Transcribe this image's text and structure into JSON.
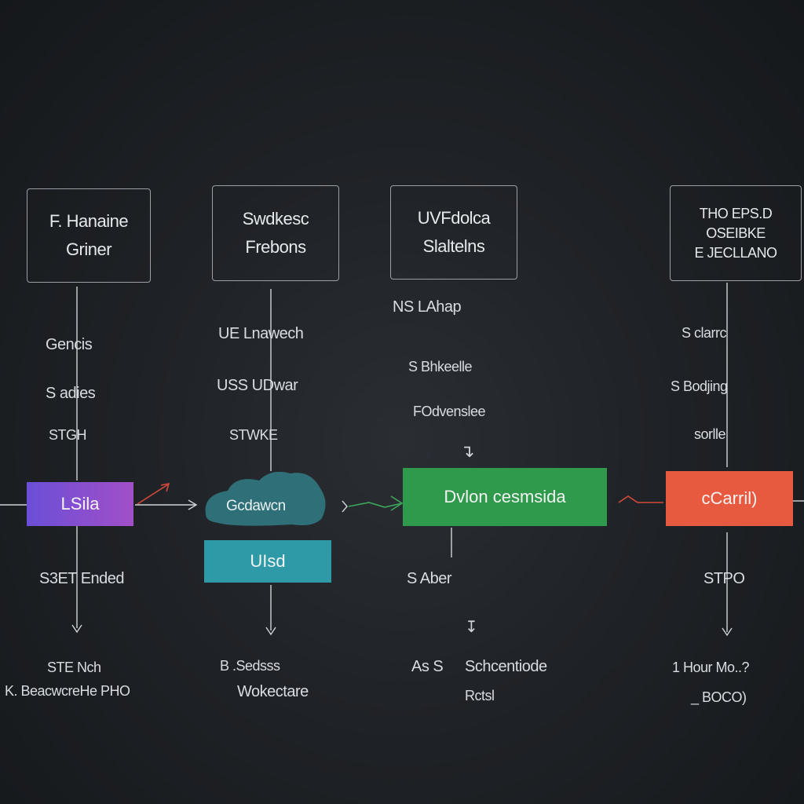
{
  "columns": [
    {
      "header": [
        "F. Hanaine",
        "Griner"
      ],
      "upper_labels": [
        "Gencis",
        "S adies",
        "STGH"
      ],
      "box": {
        "label": "LSila",
        "color": "#7d4fd1"
      },
      "lower_label": "S3ET Ended",
      "bottom_labels": [
        "STE Nch",
        "K. BeacwcreHe PHO"
      ]
    },
    {
      "header": [
        "Swdkesc",
        "Frebons"
      ],
      "upper_labels": [
        "UE Lnawech",
        "USS UDwar",
        "STWKE"
      ],
      "cloud": {
        "label": "Gcdawcn",
        "color": "#2f6f78"
      },
      "box": {
        "label": "UIsd",
        "color": "#2e9aa8"
      },
      "bottom_labels": [
        "B .Sedsss",
        "Wokectare"
      ]
    },
    {
      "header": [
        "UVFdolca",
        "Slaltelns"
      ],
      "upper_labels": [
        "NS LAhap",
        "S Bhkeelle",
        "FOdvenslee"
      ],
      "box": {
        "label": "Dvlon cesmsida",
        "color": "#2f9a4c"
      },
      "lower_label": "S Aber",
      "bottom_labels": [
        "As S",
        "Schcentiode",
        "Rctsl"
      ]
    },
    {
      "header": [
        "THO EPS.D",
        "OSEIBKE",
        "E JECLLANO"
      ],
      "upper_labels": [
        "S clarrc",
        "S Bodjing",
        "sorlle"
      ],
      "box": {
        "label": "cCarril)",
        "color": "#e85a3f"
      },
      "lower_label": "STPO",
      "bottom_labels": [
        "1 Hour Mo..?",
        "_ BOCO)"
      ]
    }
  ],
  "colors": {
    "background": "#1f2226",
    "line": "#cfd4d8",
    "arrow_red": "#d24a3a",
    "arrow_green": "#3ca65a"
  }
}
